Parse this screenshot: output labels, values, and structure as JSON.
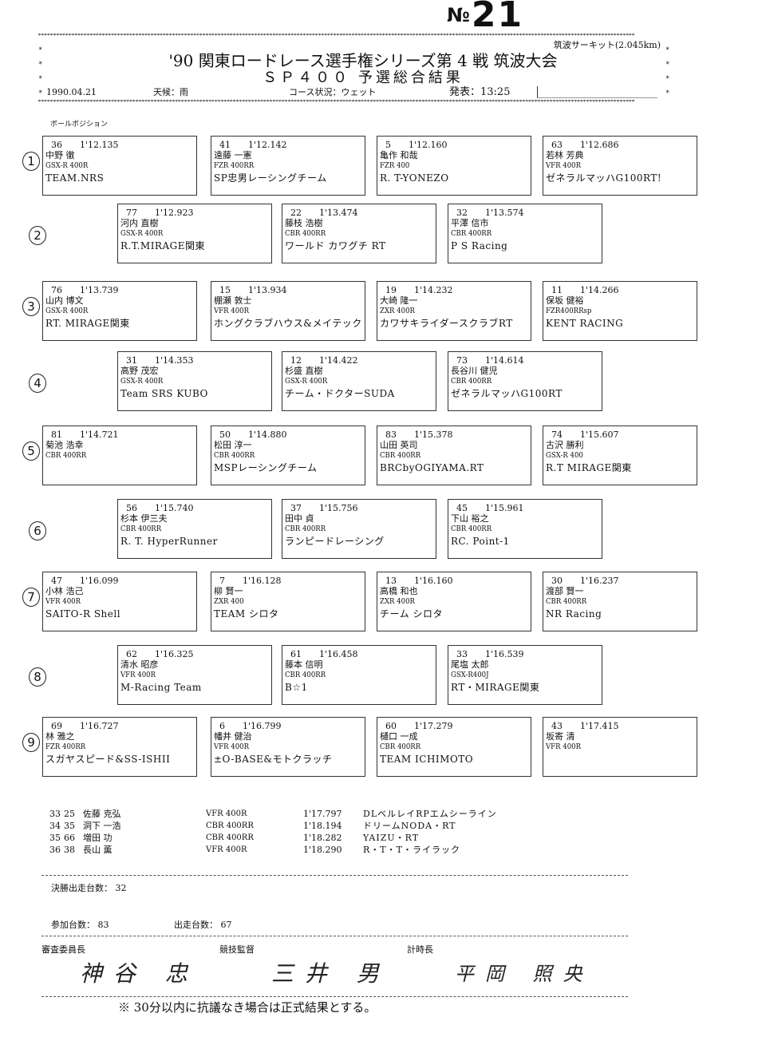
{
  "header": {
    "doc_number_prefix": "№",
    "doc_number": "21",
    "circuit": "筑波サーキット(2.045km)",
    "title": "'90 関東ロードレース選手権シリーズ第 4 戦 筑波大会",
    "subtitle": "ＳＰ４００ 予選総合結果",
    "date": "1990.04.21",
    "weather": "天候：雨",
    "course_condition": "コース状況：ウェット",
    "announce": "発表：13:25"
  },
  "pole_label": "ポールポジション",
  "grid": [
    {
      "row": "1",
      "entries": [
        {
          "no": "36",
          "time": "1'12.135",
          "name": "中野 徹",
          "machine": "GSX-R 400R",
          "team": "TEAM.NRS"
        },
        {
          "no": "41",
          "time": "1'12.142",
          "name": "遠藤 一憲",
          "machine": "FZR 400RR",
          "team": "SP忠男レーシングチーム"
        },
        {
          "no": "5",
          "time": "1'12.160",
          "name": "亀作 和哉",
          "machine": "FZR 400",
          "team": "R. T-YONEZO"
        },
        {
          "no": "63",
          "time": "1'12.686",
          "name": "若林 芳典",
          "machine": "VFR 400R",
          "team": "ゼネラルマッハG100RT!"
        }
      ]
    },
    {
      "row": "2",
      "entries": [
        {
          "no": "77",
          "time": "1'12.923",
          "name": "河内 直樹",
          "machine": "GSX-R 400R",
          "team": "R.T.MIRAGE関東"
        },
        {
          "no": "22",
          "time": "1'13.474",
          "name": "藤枝 浩樹",
          "machine": "CBR 400RR",
          "team": "ワールド カワグチ RT"
        },
        {
          "no": "32",
          "time": "1'13.574",
          "name": "平澤 信市",
          "machine": "CBR 400RR",
          "team": "P S Racing"
        }
      ]
    },
    {
      "row": "3",
      "entries": [
        {
          "no": "76",
          "time": "1'13.739",
          "name": "山内 博文",
          "machine": "GSX-R 400R",
          "team": "RT. MIRAGE関東"
        },
        {
          "no": "15",
          "time": "1'13.934",
          "name": "棚瀬 敦士",
          "machine": "VFR 400R",
          "team": "ホングクラブハウス&メイテック"
        },
        {
          "no": "19",
          "time": "1'14.232",
          "name": "大崎 隆一",
          "machine": "ZXR 400R",
          "team": "カワサキライダースクラブRT"
        },
        {
          "no": "11",
          "time": "1'14.266",
          "name": "保坂 健裕",
          "machine": "FZR400RRsp",
          "team": "KENT RACING"
        }
      ]
    },
    {
      "row": "4",
      "entries": [
        {
          "no": "31",
          "time": "1'14.353",
          "name": "高野 茂宏",
          "machine": "GSX-R 400R",
          "team": "Team SRS KUBO"
        },
        {
          "no": "12",
          "time": "1'14.422",
          "name": "杉盛 直樹",
          "machine": "GSX-R 400R",
          "team": "チーム・ドクターSUDA"
        },
        {
          "no": "73",
          "time": "1'14.614",
          "name": "長谷川 健児",
          "machine": "CBR 400RR",
          "team": "ゼネラルマッハG100RT"
        }
      ]
    },
    {
      "row": "5",
      "entries": [
        {
          "no": "81",
          "time": "1'14.721",
          "name": "菊池 浩幸",
          "machine": "CBR 400RR",
          "team": ""
        },
        {
          "no": "50",
          "time": "1'14.880",
          "name": "松田 淳一",
          "machine": "CBR 400RR",
          "team": "MSPレーシングチーム"
        },
        {
          "no": "83",
          "time": "1'15.378",
          "name": "山田 英司",
          "machine": "CBR 400RR",
          "team": "BRCbyOGIYAMA.RT"
        },
        {
          "no": "74",
          "time": "1'15.607",
          "name": "古沢 勝利",
          "machine": "GSX-R 400",
          "team": "R.T MIRAGE関東"
        }
      ]
    },
    {
      "row": "6",
      "entries": [
        {
          "no": "56",
          "time": "1'15.740",
          "name": "杉本 伊三夫",
          "machine": "CBR 400RR",
          "team": "R. T. HyperRunner"
        },
        {
          "no": "37",
          "time": "1'15.756",
          "name": "田中 貞",
          "machine": "CBR 400RR",
          "team": "ランピードレーシング"
        },
        {
          "no": "45",
          "time": "1'15.961",
          "name": "下山 裕之",
          "machine": "CBR 400RR",
          "team": "RC. Point-1"
        }
      ]
    },
    {
      "row": "7",
      "entries": [
        {
          "no": "47",
          "time": "1'16.099",
          "name": "小林 浩己",
          "machine": "VFR 400R",
          "team": "SAITO-R Shell"
        },
        {
          "no": "7",
          "time": "1'16.128",
          "name": "柳 賢一",
          "machine": "ZXR 400",
          "team": "TEAM シロタ"
        },
        {
          "no": "13",
          "time": "1'16.160",
          "name": "高橋 和也",
          "machine": "ZXR 400R",
          "team": "チーム シロタ"
        },
        {
          "no": "30",
          "time": "1'16.237",
          "name": "渡部 賢一",
          "machine": "CBR 400RR",
          "team": "NR Racing"
        }
      ]
    },
    {
      "row": "8",
      "entries": [
        {
          "no": "62",
          "time": "1'16.325",
          "name": "清水 昭彦",
          "machine": "VFR 400R",
          "team": "M-Racing Team"
        },
        {
          "no": "61",
          "time": "1'16.458",
          "name": "藤本 信明",
          "machine": "CBR 400RR",
          "team": "B☆1"
        },
        {
          "no": "33",
          "time": "1'16.539",
          "name": "尾塩 太郎",
          "machine": "GSX-R400J",
          "team": "RT・MIRAGE関東"
        }
      ]
    },
    {
      "row": "9",
      "entries": [
        {
          "no": "69",
          "time": "1'16.727",
          "name": "林 雅之",
          "machine": "FZR 400RR",
          "team": "スガヤスピード&SS-ISHII"
        },
        {
          "no": "6",
          "time": "1'16.799",
          "name": "幡井 健治",
          "machine": "VFR 400R",
          "team": "±O-BASE&モトクラッチ"
        },
        {
          "no": "60",
          "time": "1'17.279",
          "name": "樋口 一成",
          "machine": "CBR 400RR",
          "team": "TEAM ICHIMOTO"
        },
        {
          "no": "43",
          "time": "1'17.415",
          "name": "坂寄 清",
          "machine": "VFR 400R",
          "team": ""
        }
      ]
    }
  ],
  "reserves": [
    {
      "pos": "33",
      "no": "25",
      "name": "佐藤 克弘",
      "machine": "VFR 400R",
      "time": "1'17.797",
      "team": "DLベルレイRPエムシーライン"
    },
    {
      "pos": "34",
      "no": "35",
      "name": "洞下 一浩",
      "machine": "CBR 400RR",
      "time": "1'18.194",
      "team": "ドリームNODA・RT"
    },
    {
      "pos": "35",
      "no": "66",
      "name": "増田 功",
      "machine": "CBR 400RR",
      "time": "1'18.282",
      "team": "YAIZU・RT"
    },
    {
      "pos": "36",
      "no": "38",
      "name": "長山 薫",
      "machine": "VFR 400R",
      "time": "1'18.290",
      "team": "R・T・T・ライラック"
    }
  ],
  "summary": {
    "final_starters": "決勝出走台数： 32",
    "entries": "参加台数： 83",
    "starters": "出走台数： 67"
  },
  "officials": {
    "steward_label": "審査委員長",
    "director_label": "競技監督",
    "timekeeper_label": "計時長",
    "steward_sig": "神谷 忠",
    "director_sig": "三井 男",
    "timekeeper_sig": "平岡 照央"
  },
  "note": "※ 30分以内に抗議なき場合は正式結果とする。"
}
